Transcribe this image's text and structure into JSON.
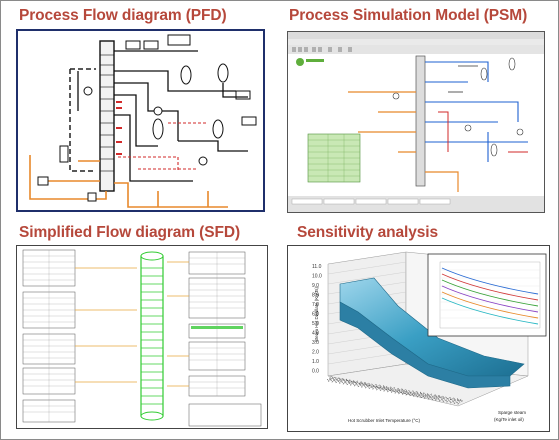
{
  "titles": {
    "pfd": "Process Flow diagram (PFD)",
    "psm": "Process Simulation Model (PSM)",
    "sfd": "Simplified Flow diagram (SFD)",
    "sa": "Sensitivity analysis"
  },
  "colors": {
    "title": "#b6483b",
    "pfd_border": "#1f2f6b",
    "stream_orange": "#e8892b",
    "stream_red": "#d22a2a",
    "sfd_column": "#33cc33",
    "surface_blue": "#3a9fc4"
  },
  "sensitivity": {
    "z_ticks": [
      "11.0",
      "10.0",
      "9.0",
      "8.0",
      "7.0",
      "6.0",
      "5.0",
      "4.0",
      "3.0",
      "2.0",
      "1.0",
      "0.0"
    ],
    "x_ticks": [
      "140",
      "141",
      "142",
      "143",
      "144",
      "145",
      "146",
      "147",
      "148",
      "149",
      "150",
      "151",
      "152",
      "153",
      "154",
      "155",
      "156",
      "157",
      "158",
      "159",
      "160",
      "161",
      "162",
      "163",
      "164",
      "165",
      "166",
      "167",
      "168",
      "169",
      "170",
      "171",
      "172",
      "173",
      "174",
      "175"
    ],
    "y_axis_title": "Steam Hot Distillate (Kg/Ts)",
    "x_axis_title": "Hot Scrubber Inlet Temperature (°C)",
    "depth_axis_title_1": "Sparge steam",
    "depth_axis_title_2": "(Kg/Te inlet oil)"
  }
}
